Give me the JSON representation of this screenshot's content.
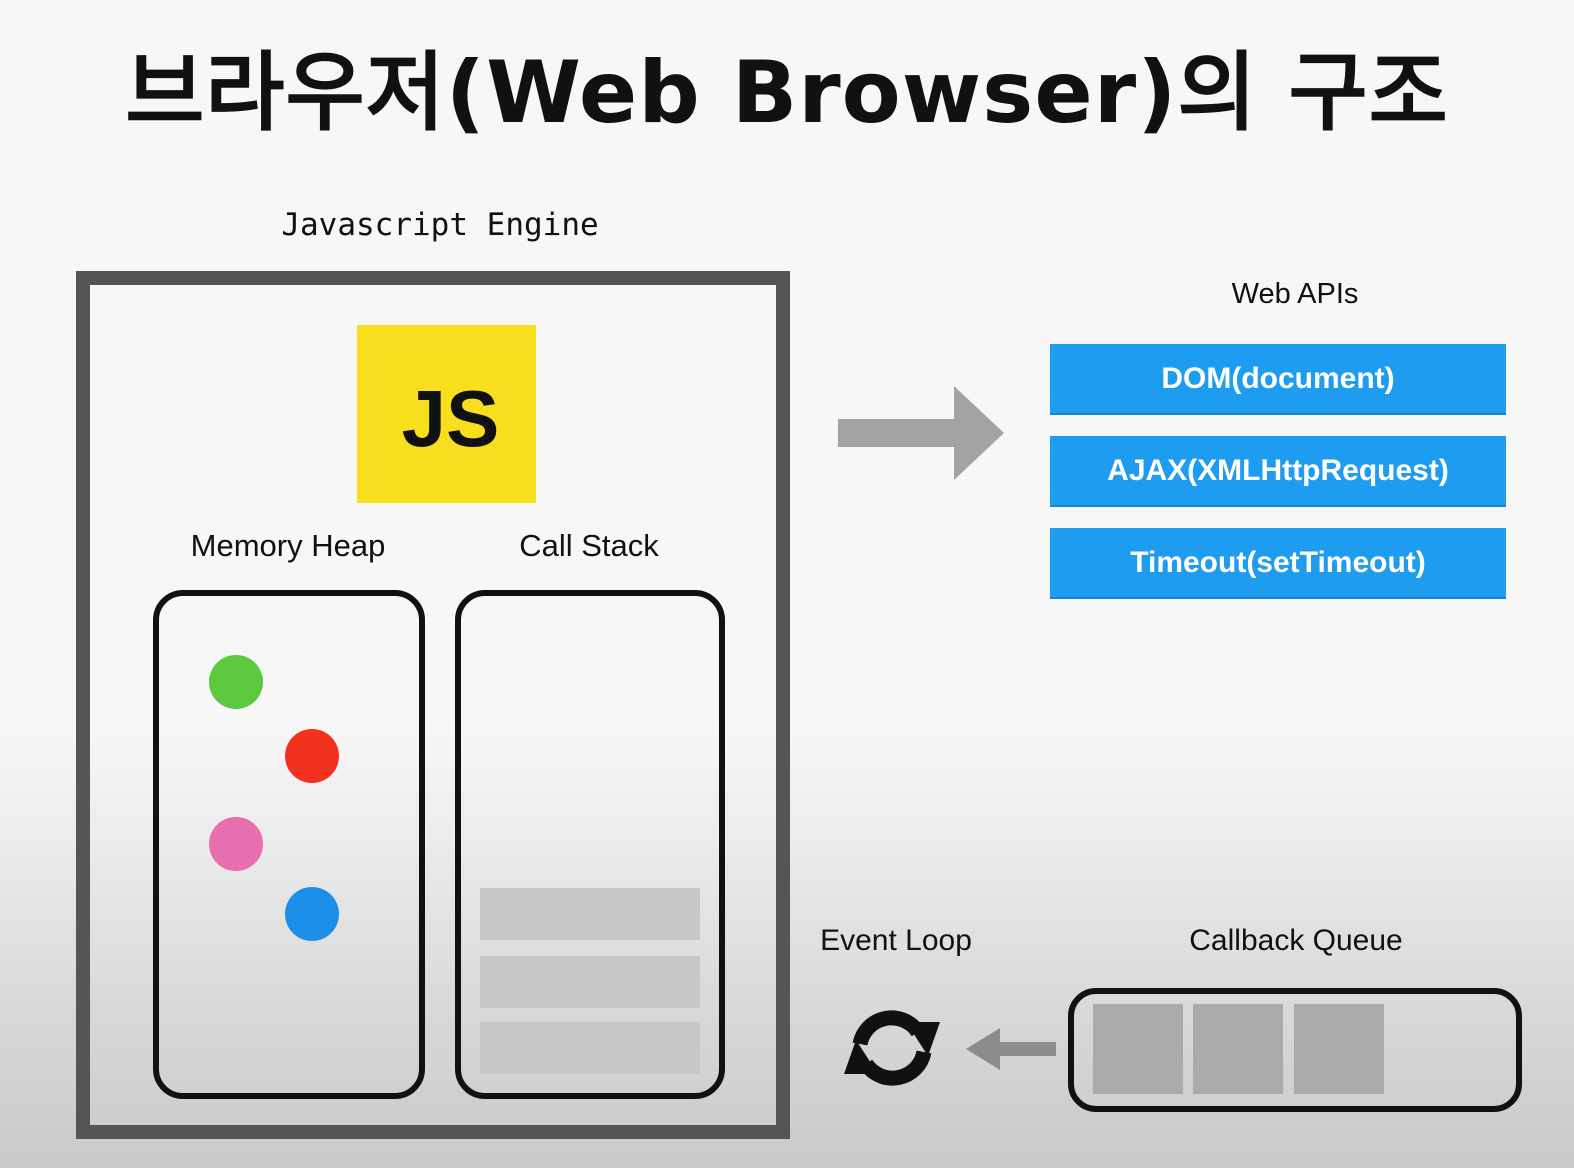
{
  "title": "브라우저(Web Browser)의 구조",
  "engine": {
    "label": "Javascript Engine",
    "logo_text": "JS",
    "logo_color": "#f7df1e",
    "memory_heap": {
      "label": "Memory Heap",
      "objects": [
        {
          "color": "#5cc93f"
        },
        {
          "color": "#f2311e"
        },
        {
          "color": "#e86eb0"
        },
        {
          "color": "#1b8fe8"
        }
      ]
    },
    "call_stack": {
      "label": "Call Stack",
      "frame_count": 3
    }
  },
  "web_apis": {
    "label": "Web APIs",
    "color": "#1e9cf0",
    "items": [
      {
        "label": "DOM(document)"
      },
      {
        "label": "AJAX(XMLHttpRequest)"
      },
      {
        "label": "Timeout(setTimeout)"
      }
    ]
  },
  "event_loop": {
    "label": "Event Loop",
    "icon": "sync-icon"
  },
  "callback_queue": {
    "label": "Callback Queue",
    "slot_count": 3
  },
  "icons": {
    "engine_to_apis": "arrow-right-icon",
    "queue_to_loop": "arrow-left-icon"
  }
}
